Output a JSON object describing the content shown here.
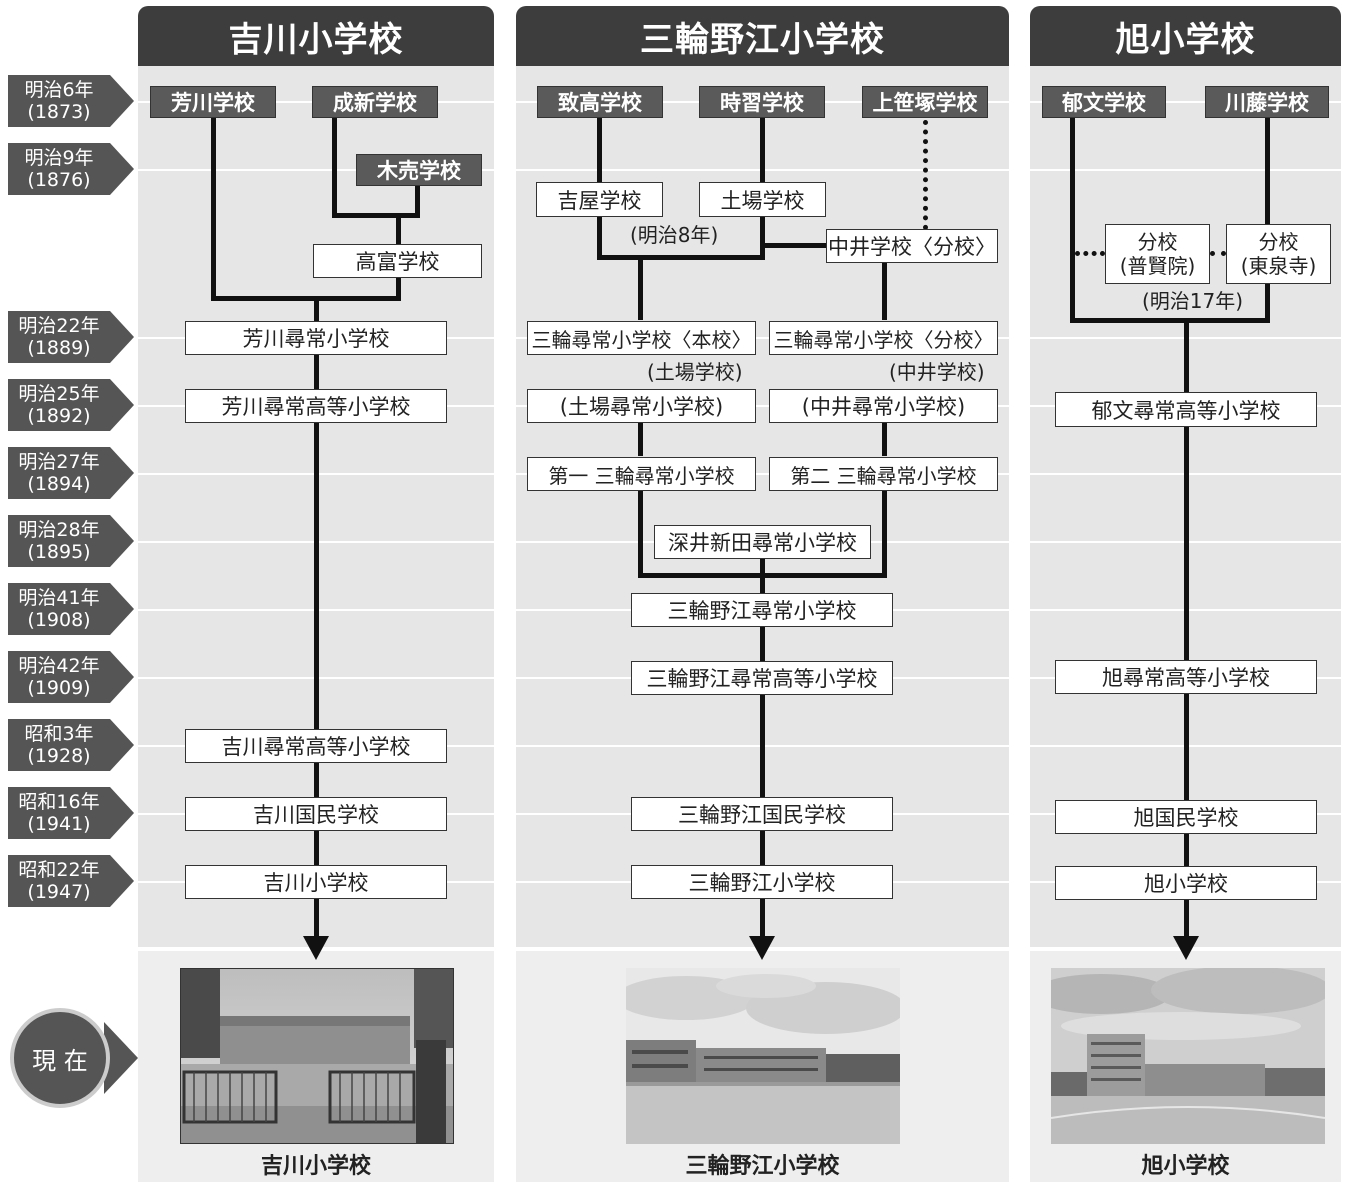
{
  "columns": [
    {
      "title": "吉川小学校"
    },
    {
      "title": "三輪野江小学校"
    },
    {
      "title": "旭小学校"
    }
  ],
  "eras": [
    {
      "label": "明治6年",
      "year": "(1873)"
    },
    {
      "label": "明治9年",
      "year": "(1876)"
    },
    {
      "label": "明治22年",
      "year": "(1889)"
    },
    {
      "label": "明治25年",
      "year": "(1892)"
    },
    {
      "label": "明治27年",
      "year": "(1894)"
    },
    {
      "label": "明治28年",
      "year": "(1895)"
    },
    {
      "label": "明治41年",
      "year": "(1908)"
    },
    {
      "label": "明治42年",
      "year": "(1909)"
    },
    {
      "label": "昭和3年",
      "year": "(1928)"
    },
    {
      "label": "昭和16年",
      "year": "(1941)"
    },
    {
      "label": "昭和22年",
      "year": "(1947)"
    }
  ],
  "yoshikawa": {
    "haga": "芳川学校",
    "seishin": "成新学校",
    "kiuri": "木売学校",
    "takatomi": "高富学校",
    "b1889": "芳川尋常小学校",
    "b1892": "芳川尋常高等小学校",
    "b1928": "吉川尋常高等小学校",
    "b1941": "吉川国民学校",
    "b1947": "吉川小学校"
  },
  "miwanoe": {
    "chiko": "致高学校",
    "jishu": "時習学校",
    "kamisasa": "上笹塚学校",
    "yoshiya": "吉屋学校",
    "dojo": "土場学校",
    "nakai_bunko": "中井学校〈分校〉",
    "note_m8": "(明治8年)",
    "honko": "三輪尋常小学校〈本校〉",
    "bunko": "三輪尋常小学校〈分校〉",
    "note_dojo": "(土場学校)",
    "note_nakai": "(中井学校)",
    "dojo_jinjo": "(土場尋常小学校)",
    "nakai_jinjo": "(中井尋常小学校)",
    "daiichi": "第一 三輪尋常小学校",
    "daini": "第二 三輪尋常小学校",
    "fukai": "深井新田尋常小学校",
    "b1908": "三輪野江尋常小学校",
    "b1909": "三輪野江尋常高等小学校",
    "b1941": "三輪野江国民学校",
    "b1947": "三輪野江小学校"
  },
  "asahi": {
    "ikubun": "郁文学校",
    "kawafuji": "川藤学校",
    "bunko1_l1": "分校",
    "bunko1_l2": "(普賢院)",
    "bunko2_l1": "分校",
    "bunko2_l2": "(東泉寺)",
    "note_m17": "(明治17年)",
    "b1892": "郁文尋常高等小学校",
    "b1909": "旭尋常高等小学校",
    "b1941": "旭国民学校",
    "b1947": "旭小学校"
  },
  "present": {
    "label": "現 在",
    "captions": [
      "吉川小学校",
      "三輪野江小学校",
      "旭小学校"
    ]
  }
}
